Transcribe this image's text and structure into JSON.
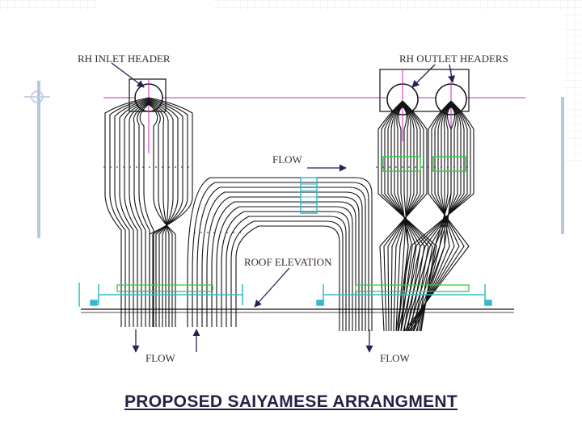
{
  "labels": {
    "rh_inlet_header": "RH INLET HEADER",
    "rh_outlet_headers": "RH OUTLET HEADERS",
    "flow_top": "FLOW",
    "roof_elevation": "ROOF ELEVATION",
    "flow_bottom_left": "FLOW",
    "flow_bottom_right": "FLOW"
  },
  "title": "PROPOSED SAIYAMESE ARRANGMENT",
  "colors": {
    "tube": "#111111",
    "header_axis": "#cc22cc",
    "arrow": "#222255",
    "support": "#33bbcc",
    "spacer_green": "#33cc44",
    "grid": "#c8d4e8"
  }
}
